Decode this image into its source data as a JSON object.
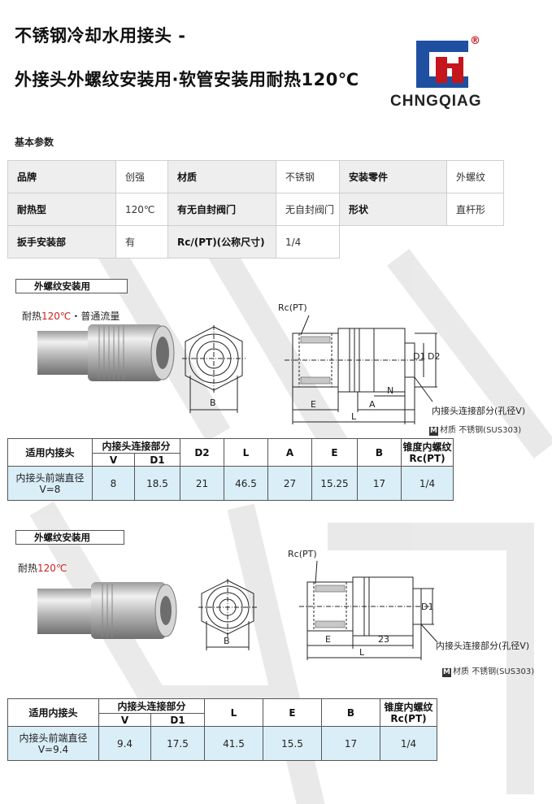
{
  "title": {
    "line1": "不锈钢冷却水用接头 -",
    "line2": "外接头外螺纹安装用·软管安装用耐热120℃"
  },
  "logo": {
    "text": "CHNGQIAG",
    "registered": "®",
    "colors": {
      "blue": "#1f4fa0",
      "red": "#c4161c"
    }
  },
  "basic": {
    "section_label": "基本参数",
    "rows": [
      [
        {
          "k": "品牌",
          "v": "创强"
        },
        {
          "k": "材质",
          "v": "不锈钢"
        },
        {
          "k": "安装零件",
          "v": "外螺纹"
        }
      ],
      [
        {
          "k": "耐热型",
          "v": "120℃"
        },
        {
          "k": "有无自封阀门",
          "v": "无自封阀门"
        },
        {
          "k": "形状",
          "v": "直杆形"
        }
      ],
      [
        {
          "k": "扳手安装部",
          "v": "有"
        },
        {
          "k": "Rc/(PT)(公称尺寸)",
          "v": "1/4"
        }
      ]
    ]
  },
  "section1": {
    "tag": "外螺纹安装用",
    "annotation_prefix": "耐热",
    "annotation_temp": "120℃",
    "annotation_suffix": "・普通流量",
    "labels": {
      "rc": "Rc(PT)",
      "d1": "D1",
      "d2": "D2",
      "b": "B",
      "e": "E",
      "n": "N",
      "a": "A",
      "l": "L",
      "conn": "内接头连接部分(孔径V)"
    },
    "material_prefix": "材质",
    "material": "不锈钢(SUS303)",
    "table": {
      "col_apply": "适用内接头",
      "col_group": "内接头连接部分",
      "col_v": "V",
      "col_d1": "D1",
      "col_d2": "D2",
      "col_l": "L",
      "col_a": "A",
      "col_e": "E",
      "col_b": "B",
      "col_rc1": "锥度内螺纹",
      "col_rc2": "Rc(PT)",
      "row_name1": "内接头前端直径",
      "row_name2": "V=8",
      "v": "8",
      "d1": "18.5",
      "d2": "21",
      "l": "46.5",
      "a": "27",
      "e": "15.25",
      "b": "17",
      "rc": "1/4"
    }
  },
  "section2": {
    "tag": "外螺纹安装用",
    "annotation_prefix": "耐热",
    "annotation_temp": "120℃",
    "labels": {
      "rc": "Rc(PT)",
      "d1": "D1",
      "b": "B",
      "e": "E",
      "dim23": "23",
      "l": "L",
      "conn": "内接头连接部分(孔径V)"
    },
    "material_prefix": "材质",
    "material": "不锈钢(SUS303)",
    "table": {
      "col_apply": "适用内接头",
      "col_group": "内接头连接部分",
      "col_v": "V",
      "col_d1": "D1",
      "col_l": "L",
      "col_e": "E",
      "col_b": "B",
      "col_rc1": "锥度内螺纹",
      "col_rc2": "Rc(PT)",
      "row_name1": "内接头前端直径",
      "row_name2": "V=9.4",
      "v": "9.4",
      "d1": "17.5",
      "l": "41.5",
      "e": "15.5",
      "b": "17",
      "rc": "1/4"
    }
  }
}
